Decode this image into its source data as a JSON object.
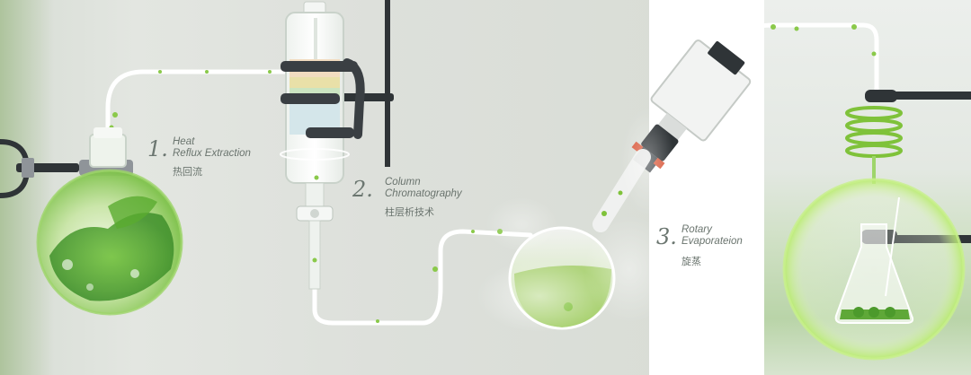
{
  "steps": [
    {
      "number": "1.",
      "title_line1": "Heat",
      "title_line2": "Reflux Extraction",
      "chinese": "热回流"
    },
    {
      "number": "2.",
      "title_line1": "Column",
      "title_line2": "Chromatography",
      "chinese": "柱层析技术"
    },
    {
      "number": "3.",
      "title_line1": "Rotary",
      "title_line2": "Evaporateion",
      "chinese": "旋蒸"
    }
  ],
  "colors": {
    "accent_green": "#7fc23a",
    "tube_white": "#ffffff",
    "clamp_dark": "#2f3437",
    "clamp_gray": "#8f9499",
    "seal_red": "#d9583a"
  },
  "icons": [
    "round-flask-icon",
    "chromatography-column-icon",
    "rotary-evaporator-icon",
    "erlenmeyer-flask-icon",
    "condenser-coil-icon",
    "clamp-icon"
  ]
}
